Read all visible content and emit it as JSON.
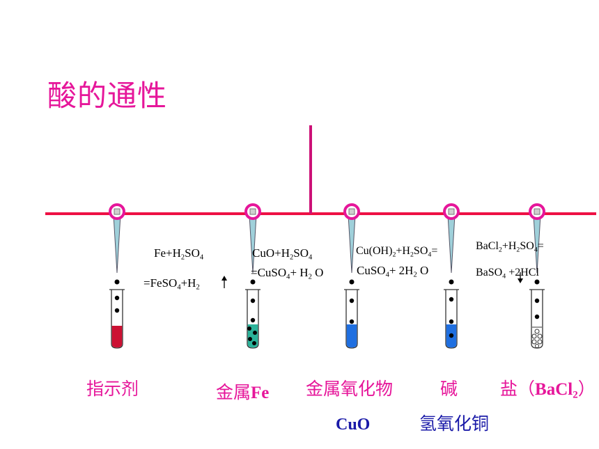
{
  "title": "酸的通性",
  "colors": {
    "title": "#e6169a",
    "line": "#ee1144",
    "label": "#e6169a",
    "blue_text": "#1a1aa8",
    "liquid_red": "#cc1133",
    "liquid_teal": "#2bb39a",
    "liquid_blue": "#1f6fe0"
  },
  "equations": {
    "fe_1": [
      "Fe+H",
      "2",
      "SO",
      "4"
    ],
    "fe_2": [
      "=FeSO",
      "4",
      "+H",
      "2"
    ],
    "cuo_1": [
      "CuO+H",
      "2",
      "SO",
      "4"
    ],
    "cuo_2": [
      "=CuSO",
      "4",
      "+ H",
      "2",
      " O"
    ],
    "cuoh_1": [
      "Cu(OH)",
      "2",
      "+H",
      "2",
      "SO",
      "4",
      "="
    ],
    "cuoh_2": [
      "CuSO",
      "4",
      "+ 2H",
      "2",
      " O"
    ],
    "bacl_1": [
      "BaCl",
      "2",
      "+H",
      "2",
      "SO",
      "4",
      "="
    ],
    "bacl_2": [
      "BaSO",
      "4",
      "+2HCl"
    ]
  },
  "labels": {
    "indicator": "指示剂",
    "metal": [
      "金属",
      "Fe"
    ],
    "metal_oxide": "金属氧化物",
    "base": "碱",
    "salt": [
      "盐（",
      "BaCl",
      "2",
      "）"
    ]
  },
  "sub_labels": {
    "cuo": "CuO",
    "copper_hydroxide": "氢氧化铜"
  },
  "tubes": [
    {
      "liquid": "red"
    },
    {
      "liquid": "teal"
    },
    {
      "liquid": "blue"
    },
    {
      "liquid": "blue"
    },
    {
      "liquid": "white"
    }
  ]
}
